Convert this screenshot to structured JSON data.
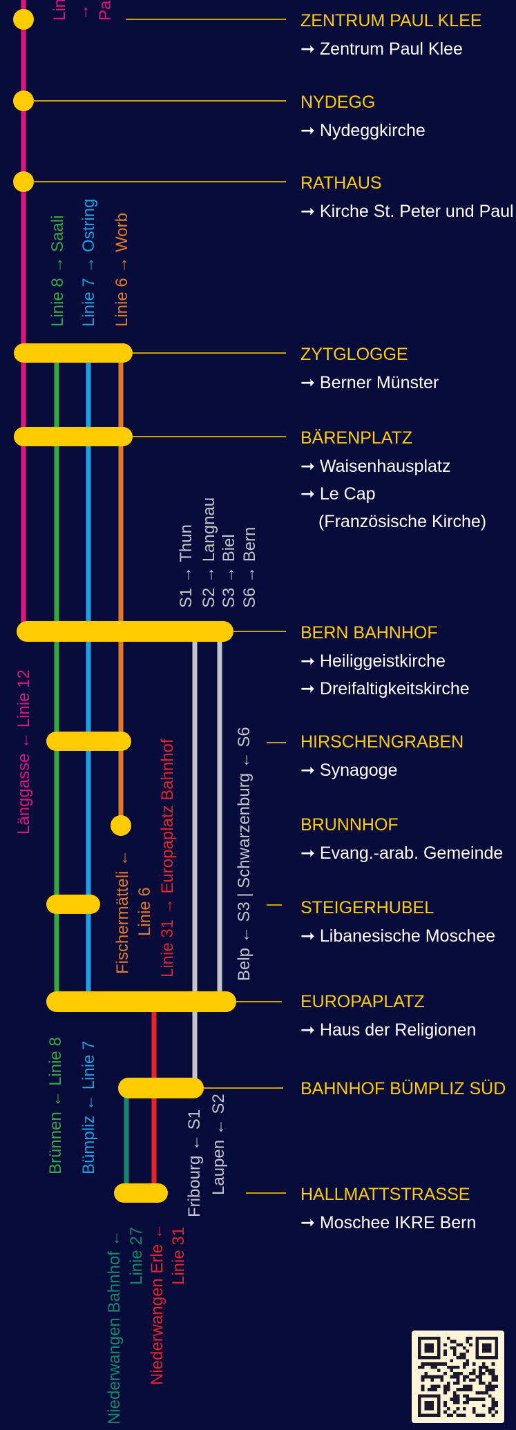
{
  "colors": {
    "background": "#060b3a",
    "stop_title": "#ffcc00",
    "stop_text": "#ffffff",
    "leader": "#c8a400",
    "linie12": "#e0147f",
    "linie8": "#35a843",
    "linie7": "#1e9fe2",
    "linie6": "#e07a2a",
    "linie31": "#e1252b",
    "linie27": "#11886a",
    "sbahn": "#c3c5cc",
    "qr_bg": "#fff4d8"
  },
  "stops": [
    {
      "name": "ZENTRUM PAUL KLEE",
      "dest": [
        "Zentrum Paul Klee"
      ]
    },
    {
      "name": "NYDEGG",
      "dest": [
        "Nydeggkirche"
      ]
    },
    {
      "name": "RATHAUS",
      "dest": [
        "Kirche St. Peter und Paul"
      ]
    },
    {
      "name": "ZYTGLOGGE",
      "dest": [
        "Berner Münster"
      ]
    },
    {
      "name": "BÄRENPLATZ",
      "dest": [
        "Waisenhausplatz",
        "Le Cap"
      ],
      "note": "(Französische Kirche)"
    },
    {
      "name": "BERN BAHNHOF",
      "dest": [
        "Heiliggeistkirche",
        "Dreifaltigkeitskirche"
      ]
    },
    {
      "name": "HIRSCHENGRABEN",
      "dest": [
        "Synagoge"
      ]
    },
    {
      "name": "BRUNNHOF",
      "dest": [
        "Evang.-arab. Gemeinde"
      ]
    },
    {
      "name": "STEIGERHUBEL",
      "dest": [
        "Libanesische Moschee"
      ]
    },
    {
      "name": "EUROPAPLATZ",
      "dest": [
        "Haus der Religionen"
      ]
    },
    {
      "name": "BAHNHOF BÜMPLIZ SÜD",
      "dest": []
    },
    {
      "name": "HALLMATTSTRASSE",
      "dest": [
        "Moschee IKRE Bern"
      ]
    }
  ],
  "arrow": "➞",
  "lines": {
    "top_clip_1": "Lin",
    "top_clip_2": "→ Z",
    "top_clip_3": "Pau",
    "tram8_north": "Linie 8 → Saali",
    "tram7_north": "Linie 7 → Ostring",
    "tram6_north": "Linie 6 → Worb",
    "s1_north": "S1 → Thun",
    "s2_north": "S2 → Langnau",
    "s3_north": "S3 → Biel",
    "s6_north": "S6 → Bern",
    "linie12": "Länggasse ← Linie 12",
    "fischer_1": "Fischermätteli ←",
    "fischer_2": "Linie 6",
    "linie31_north": "Linie 31 → Europaplatz Bahnhof",
    "sbahn_south": "Belp ← S3 | Schwarzenburg ← S6",
    "bruennen_1": "Brünnen ← Linie 8",
    "buempliz_1": "Bümpliz ← Linie 7",
    "fribourg": "Fribourg ← S1",
    "laupen": "Laupen ← S2",
    "nieder_bhf_1": "Niederwangen Bahnhof ←",
    "nieder_bhf_2": "Linie 27",
    "nieder_erle_1": "Niederwangen Erle ←",
    "nieder_erle_2": "Linie 31"
  }
}
